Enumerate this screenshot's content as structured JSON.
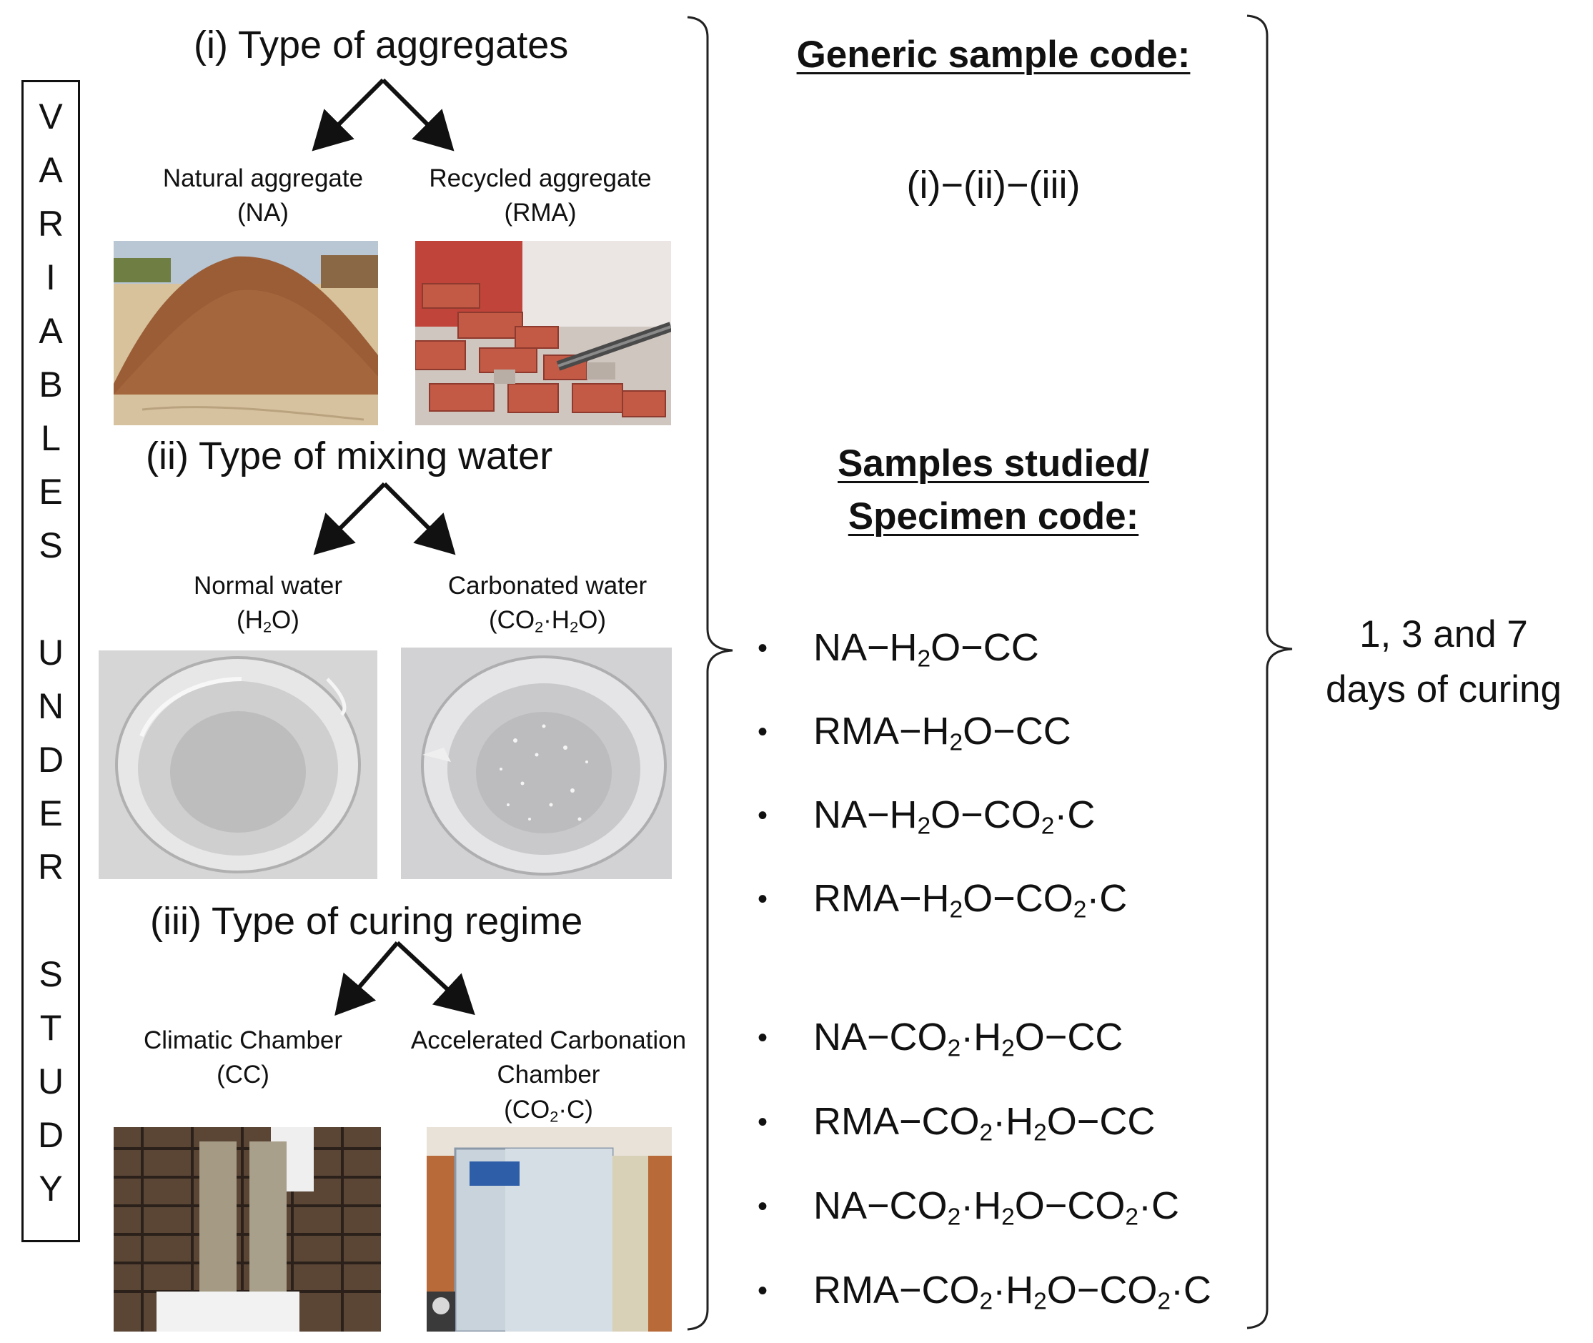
{
  "variables_box": {
    "letters": [
      "V",
      "A",
      "R",
      "I",
      "A",
      "B",
      "L",
      "E",
      "S",
      "U",
      "N",
      "D",
      "E",
      "R",
      "S",
      "T",
      "U",
      "D",
      "Y"
    ]
  },
  "aggregates": {
    "heading": "(i) Type of aggregates",
    "natural": {
      "name": "Natural aggregate",
      "code": "(NA)"
    },
    "recycled": {
      "name": "Recycled aggregate",
      "code": "(RMA)"
    }
  },
  "mixing_water": {
    "heading": "(ii) Type of mixing water",
    "normal": {
      "name": "Normal  water",
      "code_pre": "(H",
      "code_sub": "2",
      "code_post": "O)"
    },
    "carbonated": {
      "name": "Carbonated  water",
      "code": [
        "(CO",
        "2",
        "·H",
        "2",
        "O)"
      ]
    }
  },
  "curing": {
    "heading": "(iii) Type of curing regime",
    "climatic": {
      "name": "Climatic Chamber",
      "code": "(CC)"
    },
    "accelerated": {
      "name_line1": "Accelerated Carbonation",
      "name_line2": "Chamber",
      "code_pre": "(CO",
      "code_sub": "2",
      "code_post": "·C)"
    }
  },
  "generic": {
    "title": "Generic sample code:",
    "code": "(i)−(ii)−(iii)"
  },
  "samples": {
    "title_line1": "Samples studied/",
    "title_line2": "Specimen code:",
    "bullet_symbol": "•",
    "items": [
      [
        "NA−H",
        "2",
        "O−CC"
      ],
      [
        "RMA−H",
        "2",
        "O−CC"
      ],
      [
        "NA−H",
        "2",
        "O−CO",
        "2",
        "·C"
      ],
      [
        "RMA−H",
        "2",
        "O−CO",
        "2",
        "·C"
      ],
      [
        "NA−CO",
        "2",
        "·H",
        "2",
        "O−CC"
      ],
      [
        "RMA−CO",
        "2",
        "·H",
        "2",
        "O−CC"
      ],
      [
        "NA−CO",
        "2",
        "·H",
        "2",
        "O−CO",
        "2",
        "·C"
      ],
      [
        "RMA−CO",
        "2",
        "·H",
        "2",
        "O−CO",
        "2",
        "·C"
      ]
    ]
  },
  "curing_days": {
    "line1": "1, 3 and 7",
    "line2": "days of curing"
  },
  "colors": {
    "ink": "#111111",
    "background": "#ffffff"
  }
}
